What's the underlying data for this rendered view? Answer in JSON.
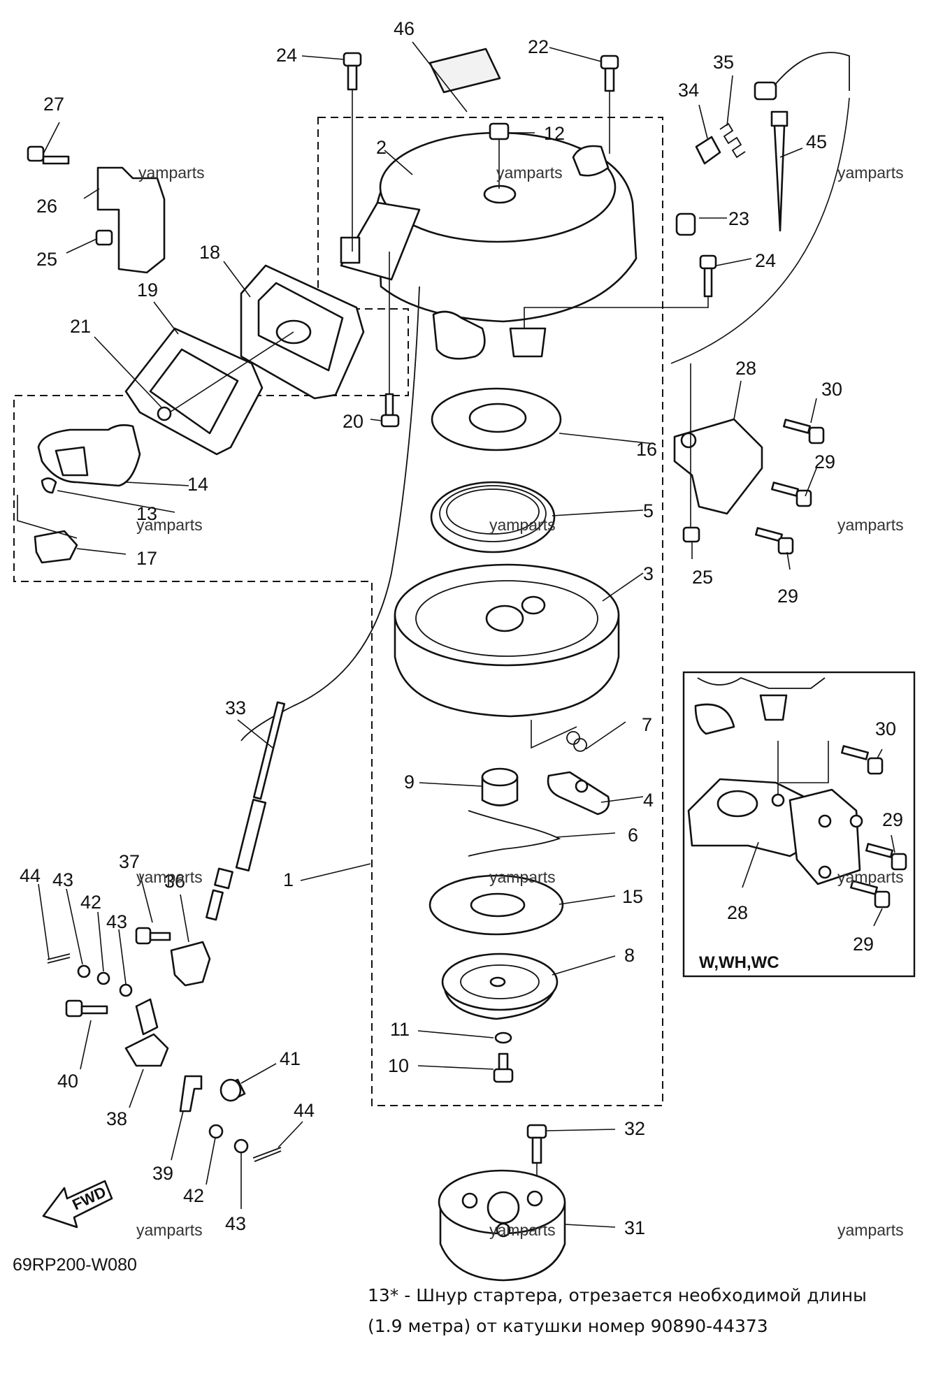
{
  "diagram": {
    "code": "69RP200-W080",
    "watermark": "yamparts",
    "variant_label": "W,WH,WC",
    "fwd_label": "FWD",
    "callouts": {
      "c1": "1",
      "c2": "2",
      "c3": "3",
      "c4": "4",
      "c5": "5",
      "c6": "6",
      "c7": "7",
      "c8": "8",
      "c9": "9",
      "c10": "10",
      "c11": "11",
      "c12": "12",
      "c13": "13",
      "c14": "14",
      "c15": "15",
      "c16": "16",
      "c17": "17",
      "c18": "18",
      "c19": "19",
      "c20": "20",
      "c21": "21",
      "c22": "22",
      "c23": "23",
      "c24": "24",
      "c25": "25",
      "c26": "26",
      "c27": "27",
      "c28": "28",
      "c29": "29",
      "c30": "30",
      "c31": "31",
      "c32": "32",
      "c33": "33",
      "c34": "34",
      "c35": "35",
      "c36": "36",
      "c37": "37",
      "c38": "38",
      "c39": "39",
      "c40": "40",
      "c41": "41",
      "c42": "42",
      "c43": "43",
      "c44": "44",
      "c45": "45",
      "c46": "46"
    }
  },
  "note": {
    "line1": "13* - Шнур стартера, отрезается необходимой длины",
    "line2": "(1.9 метра) от катушки номер 90890-44373"
  }
}
